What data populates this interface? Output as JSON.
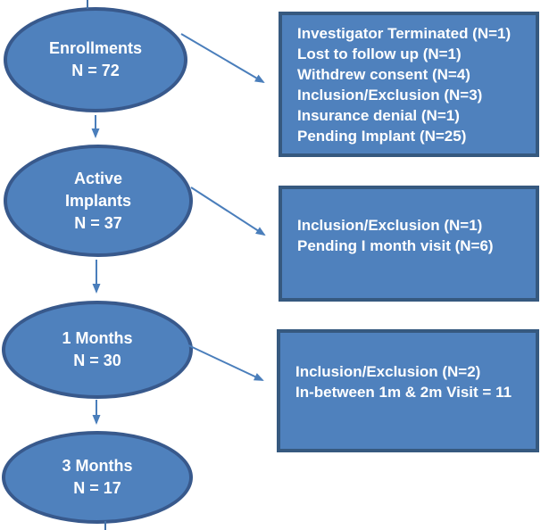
{
  "diagram": {
    "nodes": [
      {
        "name": "enrollments",
        "lines": [
          "Enrollments",
          "N = 72"
        ]
      },
      {
        "name": "active-implants",
        "lines": [
          "Active",
          "Implants",
          "N = 37"
        ]
      },
      {
        "name": "one-month",
        "lines": [
          "1 Months",
          "N = 30"
        ]
      },
      {
        "name": "three-months",
        "lines": [
          "3 Months",
          "N = 17"
        ]
      }
    ],
    "side_boxes": [
      {
        "name": "enrollment-exclusions",
        "lines": [
          "Investigator Terminated (N=1)",
          "Lost to follow up (N=1)",
          "Withdrew consent (N=4)",
          "Inclusion/Exclusion (N=3)",
          "Insurance denial (N=1)",
          "Pending Implant (N=25)"
        ]
      },
      {
        "name": "active-implant-exclusions",
        "lines": [
          "Inclusion/Exclusion (N=1)",
          "Pending I month visit (N=6)"
        ]
      },
      {
        "name": "one-month-exclusions",
        "lines": [
          "Inclusion/Exclusion (N=2)",
          "In-between 1m & 2m Visit = 11"
        ]
      }
    ],
    "colors": {
      "shape_fill": "#4f81bd",
      "shape_border": "#38598c",
      "box_border": "#36597f",
      "arrow": "#4a7ebb",
      "text": "#ffffff"
    }
  }
}
